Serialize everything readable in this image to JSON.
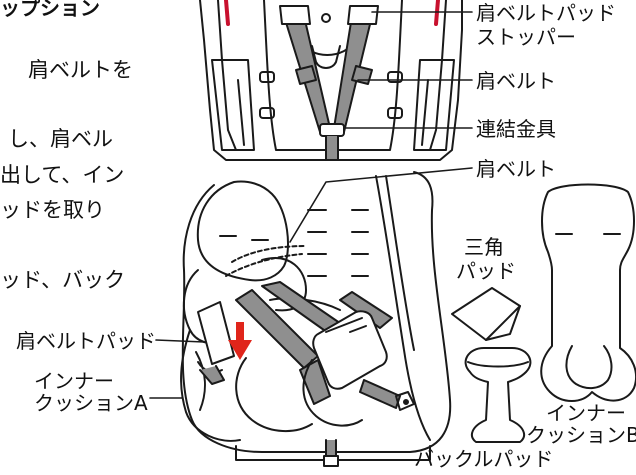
{
  "manual_text": {
    "heading_fragment": "ップション",
    "line1": "肩ベルトを",
    "line2": "し、肩ベル",
    "line3": "出して、イン",
    "line4": "ッドを取り",
    "line5": "ッド、バック"
  },
  "labels": {
    "shoulder_pad_stopper_1": "肩ベルトパッド",
    "shoulder_pad_stopper_2": "ストッパー",
    "shoulder_belt_upper": "肩ベルト",
    "connector": "連結金具",
    "shoulder_belt_lower": "肩ベルト",
    "triangle_pad_1": "三角",
    "triangle_pad_2": "パッド",
    "shoulder_belt_pad": "肩ベルトパッド",
    "inner_cushion_a_1": "インナー",
    "inner_cushion_a_2": "クッションA",
    "inner_cushion_b_1": "インナー",
    "inner_cushion_b_2": "クッションB",
    "buckle_pad": "バックルパッド"
  },
  "colors": {
    "belt": "#8f8f8f",
    "line": "#1a1a1a",
    "arrow": "#e0251b",
    "accent": "#c8102e"
  }
}
